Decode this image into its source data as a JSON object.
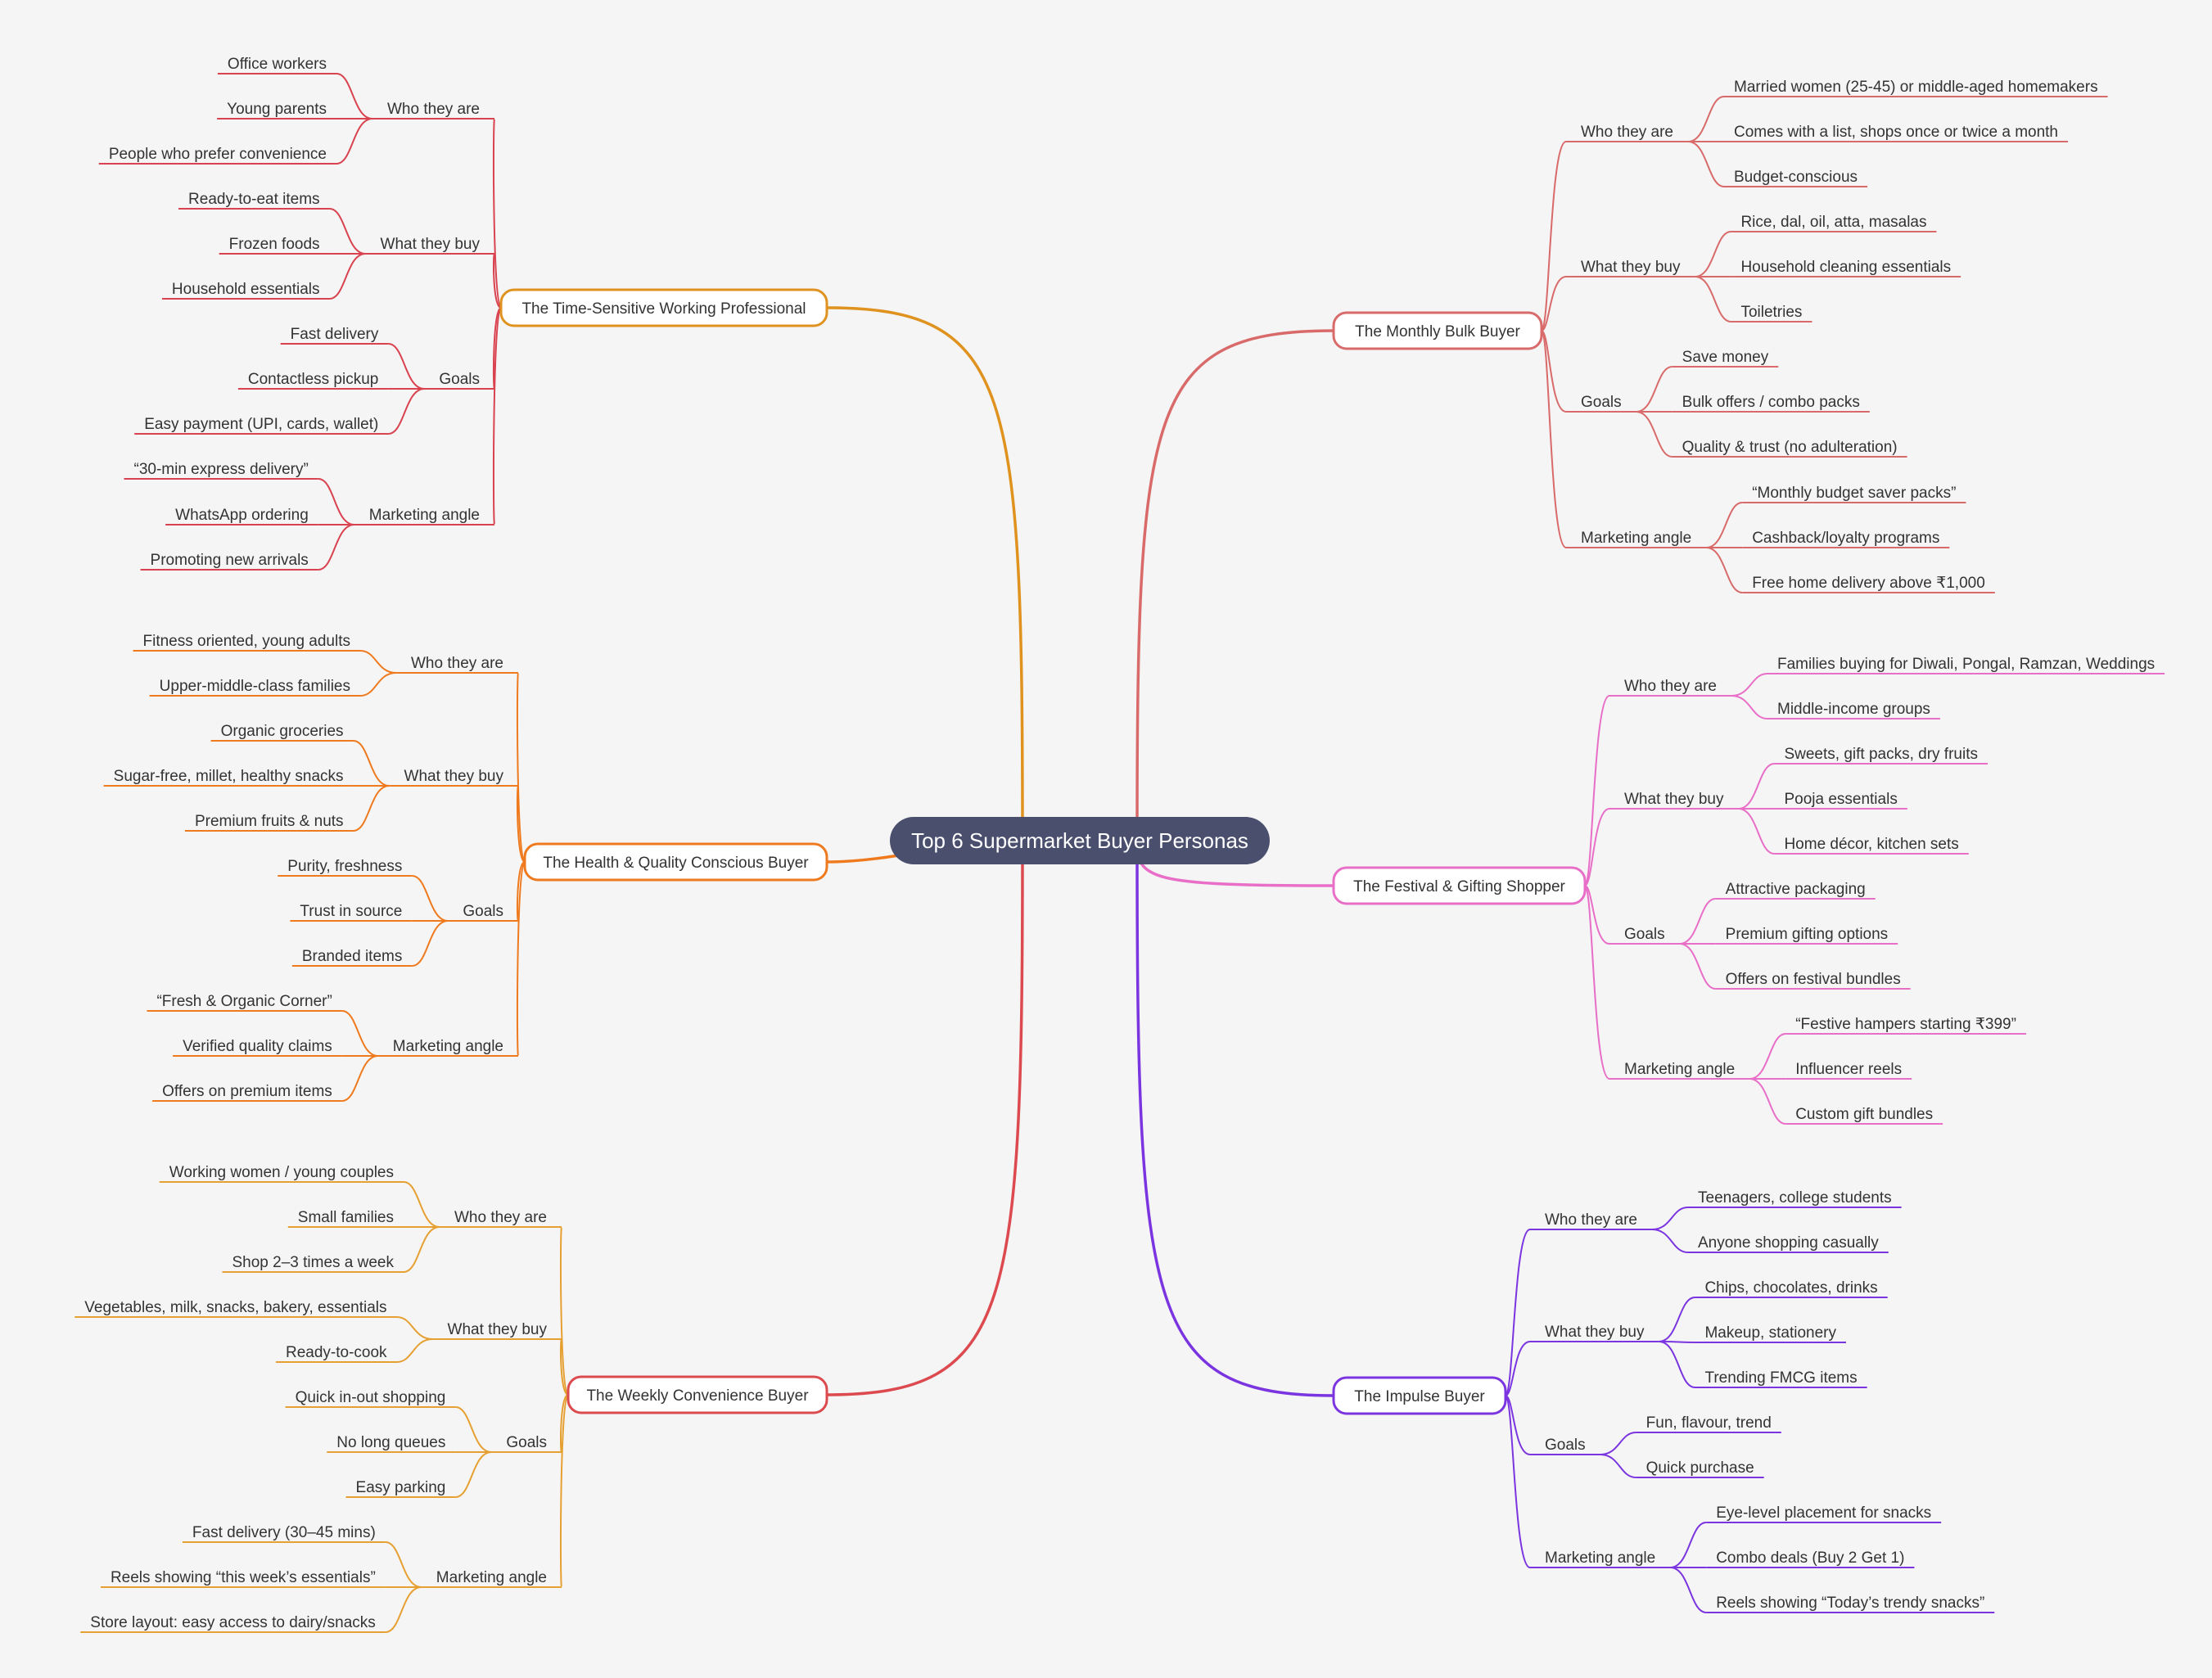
{
  "root": {
    "label": "Top 6 Supermarket Buyer Personas",
    "bg": "#4a4f6e"
  },
  "branches": [
    {
      "label": "The Time-Sensitive Working Professional",
      "color": "#e0921f",
      "subColor": "#d9424f",
      "side": "left",
      "categories": [
        {
          "label": "Who they are",
          "leaves": [
            "Office workers",
            "Young parents",
            "People who prefer convenience"
          ]
        },
        {
          "label": "What they buy",
          "leaves": [
            "Ready-to-eat items",
            "Frozen foods",
            "Household essentials"
          ]
        },
        {
          "label": "Goals",
          "leaves": [
            "Fast delivery",
            "Contactless pickup",
            "Easy payment (UPI, cards, wallet)"
          ]
        },
        {
          "label": "Marketing angle",
          "leaves": [
            "“30-min express delivery”",
            "WhatsApp ordering",
            "Promoting new arrivals"
          ]
        }
      ]
    },
    {
      "label": "The Health & Quality Conscious Buyer",
      "color": "#ef7a1e",
      "subColor": "#ef7a1e",
      "side": "left",
      "categories": [
        {
          "label": "Who they are",
          "leaves": [
            "Fitness oriented, young adults",
            "Upper-middle-class families"
          ]
        },
        {
          "label": "What they buy",
          "leaves": [
            "Organic groceries",
            "Sugar-free, millet, healthy snacks",
            "Premium fruits & nuts"
          ]
        },
        {
          "label": "Goals",
          "leaves": [
            "Purity, freshness",
            "Trust in source",
            "Branded items"
          ]
        },
        {
          "label": "Marketing angle",
          "leaves": [
            "“Fresh & Organic Corner”",
            "Verified quality claims",
            "Offers on premium items"
          ]
        }
      ]
    },
    {
      "label": "The Weekly Convenience Buyer",
      "color": "#dc4a4f",
      "subColor": "#e6a032",
      "side": "left",
      "categories": [
        {
          "label": "Who they are",
          "leaves": [
            "Working women / young couples",
            "Small families",
            "Shop 2–3 times a week"
          ]
        },
        {
          "label": "What they buy",
          "leaves": [
            "Vegetables, milk, snacks, bakery, essentials",
            "Ready-to-cook"
          ]
        },
        {
          "label": "Goals",
          "leaves": [
            "Quick in-out shopping",
            "No long queues",
            "Easy parking"
          ]
        },
        {
          "label": "Marketing angle",
          "leaves": [
            "Fast delivery (30–45 mins)",
            "Reels showing “this week’s essentials”",
            "Store layout: easy access to dairy/snacks"
          ]
        }
      ]
    },
    {
      "label": "The Monthly Bulk Buyer",
      "color": "#d96a6a",
      "subColor": "#d96a6a",
      "side": "right",
      "categories": [
        {
          "label": "Who they are",
          "leaves": [
            "Married women (25-45) or middle-aged homemakers",
            "Comes with a list, shops once or twice a month",
            "Budget-conscious"
          ]
        },
        {
          "label": "What they buy",
          "leaves": [
            "Rice, dal, oil, atta, masalas",
            "Household cleaning essentials",
            "Toiletries"
          ]
        },
        {
          "label": "Goals",
          "leaves": [
            "Save money",
            "Bulk offers / combo packs",
            "Quality & trust (no adulteration)"
          ]
        },
        {
          "label": "Marketing angle",
          "leaves": [
            "“Monthly budget saver packs”",
            "Cashback/loyalty programs",
            "Free home delivery above ₹1,000"
          ]
        }
      ]
    },
    {
      "label": "The Festival & Gifting Shopper",
      "color": "#e86ec8",
      "subColor": "#e86ec8",
      "side": "right",
      "categories": [
        {
          "label": "Who they are",
          "leaves": [
            "Families buying for Diwali, Pongal, Ramzan, Weddings",
            "Middle-income groups"
          ]
        },
        {
          "label": "What they buy",
          "leaves": [
            "Sweets, gift packs, dry fruits",
            "Pooja essentials",
            "Home décor, kitchen sets"
          ]
        },
        {
          "label": "Goals",
          "leaves": [
            "Attractive packaging",
            "Premium gifting options",
            "Offers on festival bundles"
          ]
        },
        {
          "label": "Marketing angle",
          "leaves": [
            "“Festive hampers starting ₹399”",
            "Influencer reels",
            "Custom gift bundles"
          ]
        }
      ]
    },
    {
      "label": "The Impulse Buyer",
      "color": "#7b35e0",
      "subColor": "#7b35e0",
      "side": "right",
      "categories": [
        {
          "label": "Who they are",
          "leaves": [
            "Teenagers, college students",
            "Anyone shopping casually"
          ]
        },
        {
          "label": "What they buy",
          "leaves": [
            "Chips, chocolates, drinks",
            "Makeup, stationery",
            "Trending FMCG items"
          ]
        },
        {
          "label": "Goals",
          "leaves": [
            "Fun, flavour, trend",
            "Quick purchase"
          ]
        },
        {
          "label": "Marketing angle",
          "leaves": [
            "Eye-level placement for snacks",
            "Combo deals (Buy 2 Get 1)",
            "Reels showing “Today’s trendy snacks”"
          ]
        }
      ]
    }
  ]
}
